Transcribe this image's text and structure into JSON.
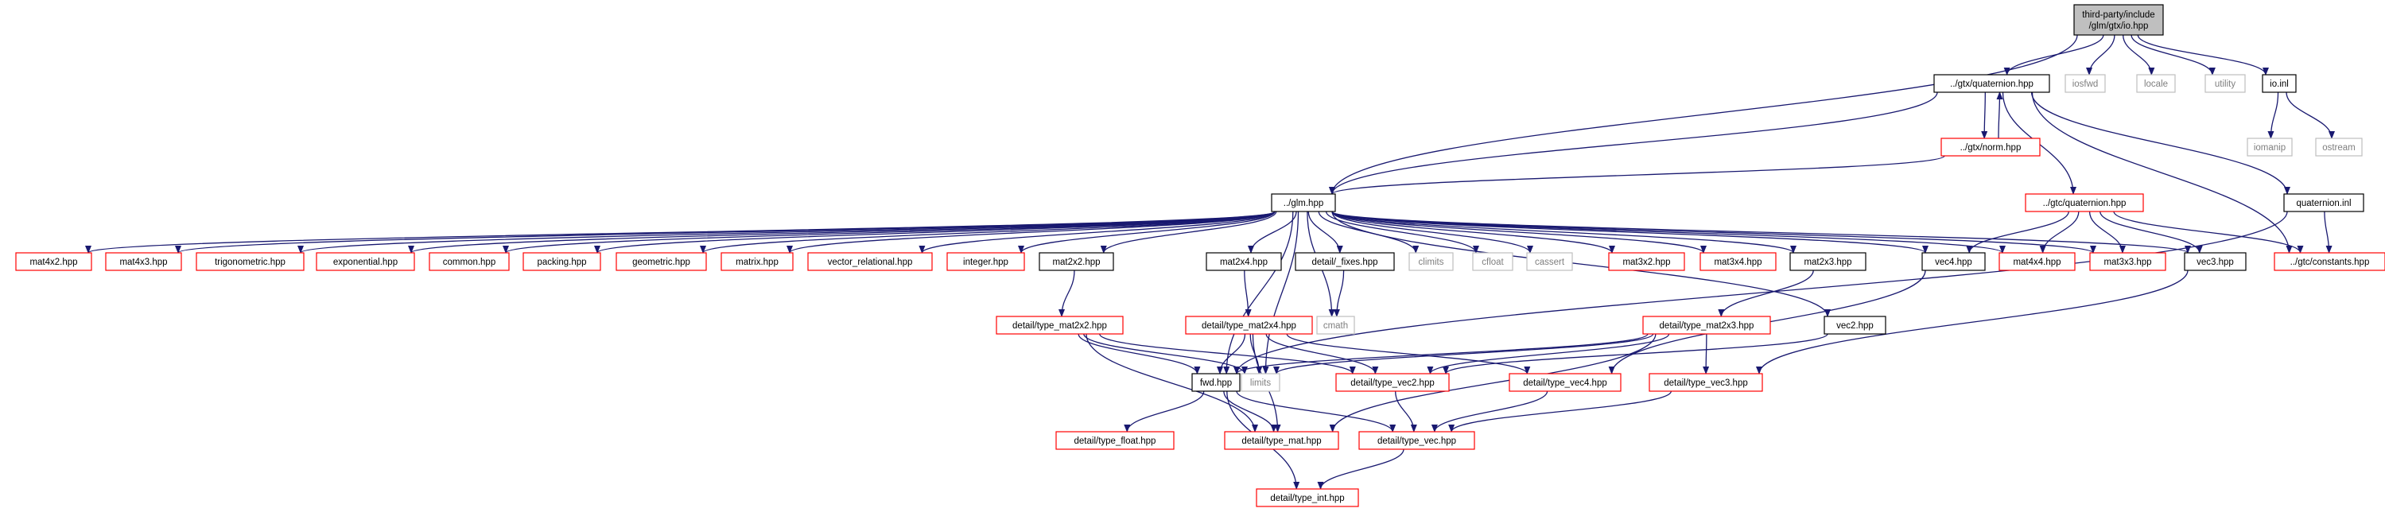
{
  "graph": {
    "colors": {
      "edge": "#191970",
      "root_fill": "#bfbfbf",
      "root_border": "#000000",
      "documented_border": "#000000",
      "undocumented_border": "#ff0000",
      "system_border": "#bfbfbf",
      "system_text": "#7f7f7f"
    },
    "nodes": [
      {
        "id": "io_hpp",
        "label": "third-party/include\n/glm/gtx/io.hpp",
        "kind": "root"
      },
      {
        "id": "gtx_quaternion",
        "label": "../gtx/quaternion.hpp",
        "kind": "documented"
      },
      {
        "id": "iosfwd",
        "label": "iosfwd",
        "kind": "system"
      },
      {
        "id": "locale",
        "label": "locale",
        "kind": "system"
      },
      {
        "id": "utility",
        "label": "utility",
        "kind": "system"
      },
      {
        "id": "io_inl",
        "label": "io.inl",
        "kind": "documented"
      },
      {
        "id": "iomanip",
        "label": "iomanip",
        "kind": "system"
      },
      {
        "id": "ostream",
        "label": "ostream",
        "kind": "system"
      },
      {
        "id": "gtx_norm",
        "label": "../gtx/norm.hpp",
        "kind": "undocumented"
      },
      {
        "id": "quaternion_inl",
        "label": "quaternion.inl",
        "kind": "documented"
      },
      {
        "id": "glm_hpp",
        "label": "../glm.hpp",
        "kind": "documented"
      },
      {
        "id": "gtc_quaternion",
        "label": "../gtc/quaternion.hpp",
        "kind": "undocumented"
      },
      {
        "id": "mat4x2",
        "label": "mat4x2.hpp",
        "kind": "undocumented"
      },
      {
        "id": "mat4x3",
        "label": "mat4x3.hpp",
        "kind": "undocumented"
      },
      {
        "id": "trigonometric",
        "label": "trigonometric.hpp",
        "kind": "undocumented"
      },
      {
        "id": "exponential",
        "label": "exponential.hpp",
        "kind": "undocumented"
      },
      {
        "id": "common",
        "label": "common.hpp",
        "kind": "undocumented"
      },
      {
        "id": "packing",
        "label": "packing.hpp",
        "kind": "undocumented"
      },
      {
        "id": "geometric",
        "label": "geometric.hpp",
        "kind": "undocumented"
      },
      {
        "id": "matrix",
        "label": "matrix.hpp",
        "kind": "undocumented"
      },
      {
        "id": "vector_relational",
        "label": "vector_relational.hpp",
        "kind": "undocumented"
      },
      {
        "id": "integer",
        "label": "integer.hpp",
        "kind": "undocumented"
      },
      {
        "id": "mat2x2",
        "label": "mat2x2.hpp",
        "kind": "documented"
      },
      {
        "id": "mat2x4",
        "label": "mat2x4.hpp",
        "kind": "documented"
      },
      {
        "id": "fixes",
        "label": "detail/_fixes.hpp",
        "kind": "documented"
      },
      {
        "id": "climits",
        "label": "climits",
        "kind": "system"
      },
      {
        "id": "cfloat",
        "label": "cfloat",
        "kind": "system"
      },
      {
        "id": "cassert",
        "label": "cassert",
        "kind": "system"
      },
      {
        "id": "mat3x2",
        "label": "mat3x2.hpp",
        "kind": "undocumented"
      },
      {
        "id": "mat3x4",
        "label": "mat3x4.hpp",
        "kind": "undocumented"
      },
      {
        "id": "mat2x3",
        "label": "mat2x3.hpp",
        "kind": "documented"
      },
      {
        "id": "vec4",
        "label": "vec4.hpp",
        "kind": "documented"
      },
      {
        "id": "mat4x4",
        "label": "mat4x4.hpp",
        "kind": "undocumented"
      },
      {
        "id": "mat3x3",
        "label": "mat3x3.hpp",
        "kind": "undocumented"
      },
      {
        "id": "vec3",
        "label": "vec3.hpp",
        "kind": "documented"
      },
      {
        "id": "gtc_constants",
        "label": "../gtc/constants.hpp",
        "kind": "undocumented"
      },
      {
        "id": "cmath",
        "label": "cmath",
        "kind": "system"
      },
      {
        "id": "type_mat2x2",
        "label": "detail/type_mat2x2.hpp",
        "kind": "undocumented"
      },
      {
        "id": "type_mat2x4",
        "label": "detail/type_mat2x4.hpp",
        "kind": "undocumented"
      },
      {
        "id": "type_mat2x3",
        "label": "detail/type_mat2x3.hpp",
        "kind": "undocumented"
      },
      {
        "id": "vec2",
        "label": "vec2.hpp",
        "kind": "documented"
      },
      {
        "id": "fwd",
        "label": "fwd.hpp",
        "kind": "documented"
      },
      {
        "id": "limits",
        "label": "limits",
        "kind": "system"
      },
      {
        "id": "type_vec2",
        "label": "detail/type_vec2.hpp",
        "kind": "undocumented"
      },
      {
        "id": "type_vec4",
        "label": "detail/type_vec4.hpp",
        "kind": "undocumented"
      },
      {
        "id": "type_vec3",
        "label": "detail/type_vec3.hpp",
        "kind": "undocumented"
      },
      {
        "id": "type_float",
        "label": "detail/type_float.hpp",
        "kind": "undocumented"
      },
      {
        "id": "type_mat",
        "label": "detail/type_mat.hpp",
        "kind": "undocumented"
      },
      {
        "id": "type_vec",
        "label": "detail/type_vec.hpp",
        "kind": "undocumented"
      },
      {
        "id": "type_int",
        "label": "detail/type_int.hpp",
        "kind": "undocumented"
      }
    ],
    "edges": [
      [
        "io_hpp",
        "gtx_quaternion"
      ],
      [
        "io_hpp",
        "iosfwd"
      ],
      [
        "io_hpp",
        "locale"
      ],
      [
        "io_hpp",
        "utility"
      ],
      [
        "io_hpp",
        "io_inl"
      ],
      [
        "io_hpp",
        "glm_hpp"
      ],
      [
        "io_inl",
        "iomanip"
      ],
      [
        "io_inl",
        "ostream"
      ],
      [
        "gtx_quaternion",
        "gtx_norm"
      ],
      [
        "gtx_quaternion",
        "glm_hpp"
      ],
      [
        "gtx_quaternion",
        "gtc_quaternion"
      ],
      [
        "gtx_quaternion",
        "gtc_constants"
      ],
      [
        "gtx_quaternion",
        "quaternion_inl"
      ],
      [
        "gtx_norm",
        "gtx_quaternion"
      ],
      [
        "gtx_norm",
        "glm_hpp"
      ],
      [
        "quaternion_inl",
        "gtc_constants"
      ],
      [
        "quaternion_inl",
        "fwd"
      ],
      [
        "gtc_quaternion",
        "mat3x3"
      ],
      [
        "gtc_quaternion",
        "mat4x4"
      ],
      [
        "gtc_quaternion",
        "vec3"
      ],
      [
        "gtc_quaternion",
        "vec4"
      ],
      [
        "gtc_quaternion",
        "gtc_constants"
      ],
      [
        "glm_hpp",
        "mat4x2"
      ],
      [
        "glm_hpp",
        "mat4x3"
      ],
      [
        "glm_hpp",
        "trigonometric"
      ],
      [
        "glm_hpp",
        "exponential"
      ],
      [
        "glm_hpp",
        "common"
      ],
      [
        "glm_hpp",
        "packing"
      ],
      [
        "glm_hpp",
        "geometric"
      ],
      [
        "glm_hpp",
        "matrix"
      ],
      [
        "glm_hpp",
        "vector_relational"
      ],
      [
        "glm_hpp",
        "integer"
      ],
      [
        "glm_hpp",
        "mat2x2"
      ],
      [
        "glm_hpp",
        "mat2x4"
      ],
      [
        "glm_hpp",
        "fixes"
      ],
      [
        "glm_hpp",
        "climits"
      ],
      [
        "glm_hpp",
        "cfloat"
      ],
      [
        "glm_hpp",
        "cassert"
      ],
      [
        "glm_hpp",
        "mat3x2"
      ],
      [
        "glm_hpp",
        "mat3x4"
      ],
      [
        "glm_hpp",
        "mat2x3"
      ],
      [
        "glm_hpp",
        "vec4"
      ],
      [
        "glm_hpp",
        "mat4x4"
      ],
      [
        "glm_hpp",
        "mat3x3"
      ],
      [
        "glm_hpp",
        "vec3"
      ],
      [
        "glm_hpp",
        "vec2"
      ],
      [
        "glm_hpp",
        "cmath"
      ],
      [
        "glm_hpp",
        "fwd"
      ],
      [
        "glm_hpp",
        "limits"
      ],
      [
        "fixes",
        "cmath"
      ],
      [
        "mat2x2",
        "type_mat2x2"
      ],
      [
        "mat2x4",
        "type_mat2x4"
      ],
      [
        "mat2x3",
        "type_mat2x3"
      ],
      [
        "vec2",
        "type_vec2"
      ],
      [
        "vec4",
        "type_vec4"
      ],
      [
        "vec3",
        "type_vec3"
      ],
      [
        "type_mat2x2",
        "fwd"
      ],
      [
        "type_mat2x2",
        "limits"
      ],
      [
        "type_mat2x2",
        "type_vec2"
      ],
      [
        "type_mat2x2",
        "type_mat"
      ],
      [
        "type_mat2x4",
        "fwd"
      ],
      [
        "type_mat2x4",
        "limits"
      ],
      [
        "type_mat2x4",
        "type_vec2"
      ],
      [
        "type_mat2x4",
        "type_vec4"
      ],
      [
        "type_mat2x4",
        "type_mat"
      ],
      [
        "type_mat2x3",
        "fwd"
      ],
      [
        "type_mat2x3",
        "limits"
      ],
      [
        "type_mat2x3",
        "type_vec2"
      ],
      [
        "type_mat2x3",
        "type_vec3"
      ],
      [
        "type_mat2x3",
        "type_mat"
      ],
      [
        "fwd",
        "type_float"
      ],
      [
        "fwd",
        "type_mat"
      ],
      [
        "fwd",
        "type_vec"
      ],
      [
        "fwd",
        "type_int"
      ],
      [
        "type_vec2",
        "type_vec"
      ],
      [
        "type_vec4",
        "type_vec"
      ],
      [
        "type_vec3",
        "type_vec"
      ],
      [
        "type_vec",
        "type_int"
      ]
    ]
  }
}
